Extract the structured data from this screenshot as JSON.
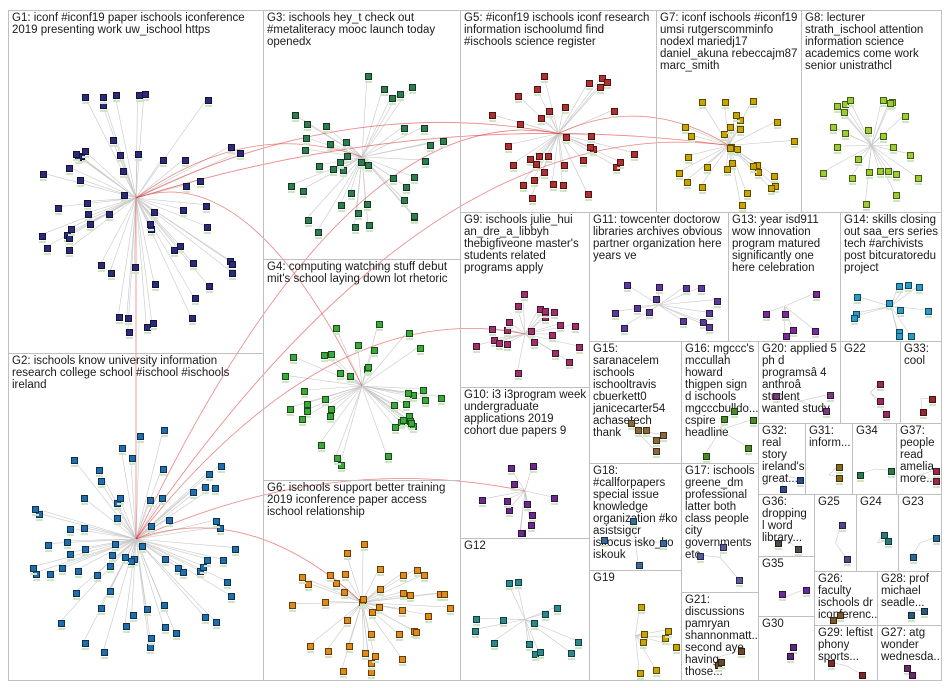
{
  "graph": {
    "edge_color": "#c8c8c8",
    "highlight_edge_color": "#e03030",
    "groups": [
      {
        "id": "G1",
        "label": "G1: iconf #iconf19 paper ischools iconference 2019 presenting work uw_ischool https",
        "color": "#2b2b7a"
      },
      {
        "id": "G2",
        "label": "G2: ischools know university information research college school #ischool #ischools ireland",
        "color": "#1f6fae"
      },
      {
        "id": "G3",
        "label": "G3: ischools hey_t check out #metaliteracy mooc launch today openedx",
        "color": "#2e7d4f"
      },
      {
        "id": "G4",
        "label": "G4: computing watching stuff debut mit's school laying down lot rhetoric",
        "color": "#3aa83a"
      },
      {
        "id": "G5",
        "label": "G5: #iconf19 ischools iconf research information ischoolumd find #ischools science register",
        "color": "#b03030"
      },
      {
        "id": "G6",
        "label": "G6: ischools support better training 2019 iconference paper access ischool relationship",
        "color": "#e08a1c"
      },
      {
        "id": "G7",
        "label": "G7: iconf ischools #iconf19 umsi rutgerscomminfo nodexl mariedj17 daniel_akuna rebeccajm87 marc_smith",
        "color": "#c9a400"
      },
      {
        "id": "G8",
        "label": "G8: lecturer strath_ischool attention information science academics come work senior unistrathcl",
        "color": "#9acd32"
      },
      {
        "id": "G9",
        "label": "G9: ischools julie_hui an_dre_a_libbyh thebigfiveone master's students related programs apply",
        "color": "#a0306a"
      },
      {
        "id": "G10",
        "label": "G10: i3 i3program week undergraduate applications 2019 cohort due papers 9",
        "color": "#6a2a8a"
      },
      {
        "id": "G11",
        "label": "G11: towcenter doctorow libraries archives obvious partner organization here years ve",
        "color": "#5a3a9a"
      },
      {
        "id": "G12",
        "label": "G12",
        "color": "#2a8a8a"
      },
      {
        "id": "G13",
        "label": "G13: year isd911 wow innovation program matured significantly one here celebration",
        "color": "#7a2a9a"
      },
      {
        "id": "G14",
        "label": "G14: skills closing out saa_ers series tech #archivists post bitcuratoredu project",
        "color": "#2a9ac9"
      },
      {
        "id": "G15",
        "label": "G15: saranacelem ischools ischooltravis cbuerkett0 janicecarter54 achasetech thank",
        "color": "#8a6a3a"
      },
      {
        "id": "G16",
        "label": "G16: mgccc's mccullah howard thigpen sign d ischools mgcccbulldo... cspire headline",
        "color": "#4a8a2a"
      },
      {
        "id": "G17",
        "label": "G17: ischools greene_dm professional latter both class people city governments etc",
        "color": "#5a5a9a"
      },
      {
        "id": "G18",
        "label": "G18: #callforpapers special issue knowledge organization #ko asistsigcr iskocus isko_ko iskouk",
        "color": "#3a6a9a"
      },
      {
        "id": "G19",
        "label": "G19",
        "color": "#c9a400"
      },
      {
        "id": "G20",
        "label": "G20: applied 5 ph d programsâ 4 anthroâ student wanted study",
        "color": "#7a3a7a"
      },
      {
        "id": "G21",
        "label": "G21: discussions pamryan shannonmatt... second aye having those...",
        "color": "#6a4a2a"
      },
      {
        "id": "G22",
        "label": "G22",
        "color": "#9a2a5a"
      },
      {
        "id": "G23",
        "label": "G23",
        "color": "#2a6a9a"
      },
      {
        "id": "G24",
        "label": "G24",
        "color": "#2a7a7a"
      },
      {
        "id": "G25",
        "label": "G25",
        "color": "#4a4a8a"
      },
      {
        "id": "G26",
        "label": "G26: faculty ischools dr iconferenc...",
        "color": "#7a5a2a"
      },
      {
        "id": "G27",
        "label": "G27: atg wonder wednesda...",
        "color": "#6a2a6a"
      },
      {
        "id": "G28",
        "label": "G28: prof michael seadle...",
        "color": "#2a5a7a"
      },
      {
        "id": "G29",
        "label": "G29: leftist phony sports...",
        "color": "#7a2a2a"
      },
      {
        "id": "G30",
        "label": "G30",
        "color": "#5a2a7a"
      },
      {
        "id": "G31",
        "label": "G31: inform...",
        "color": "#8a6a1a"
      },
      {
        "id": "G32",
        "label": "G32: real story ireland's great...",
        "color": "#2a4a8a"
      },
      {
        "id": "G33",
        "label": "G33: cool",
        "color": "#9a2a2a"
      },
      {
        "id": "G34",
        "label": "G34",
        "color": "#2a7a4a"
      },
      {
        "id": "G35",
        "label": "G35",
        "color": "#6a2a9a"
      },
      {
        "id": "G36",
        "label": "G36: dropping l word library...",
        "color": "#4a4a4a"
      },
      {
        "id": "G37",
        "label": "G37: people read amelia... more...",
        "color": "#9a2a4a"
      }
    ]
  }
}
